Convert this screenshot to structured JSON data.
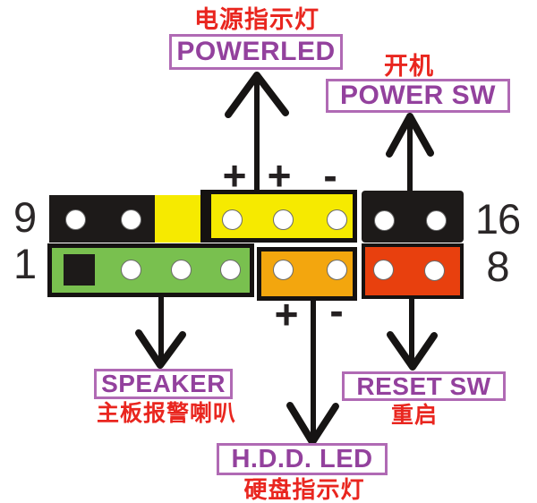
{
  "diagram": {
    "subject": "motherboard-front-panel-header-pinout"
  },
  "connectors": {
    "power_led": {
      "label_en": "POWERLED",
      "label_cn": "电源指示灯",
      "pins": 3
    },
    "power_sw": {
      "label_en": "POWER SW",
      "label_cn": "开机",
      "pins": 2
    },
    "speaker": {
      "label_en": "SPEAKER",
      "label_cn": "主板报警喇叭",
      "pins": 4
    },
    "hdd_led": {
      "label_en": "H.D.D. LED",
      "label_cn": "硬盘指示灯",
      "pins": 2
    },
    "reset_sw": {
      "label_en": "RESET SW",
      "label_cn": "重启",
      "pins": 2
    }
  },
  "pin_numbers": {
    "top_left": "9",
    "top_right": "16",
    "bottom_left": "1",
    "bottom_right": "8"
  },
  "polarity": {
    "top": {
      "plus1": "+",
      "plus2": "+",
      "minus": "-"
    },
    "bottom": {
      "plus": "+",
      "minus": "-"
    }
  },
  "colors": {
    "header_black": "#1d1a19",
    "powerled_yellow": "#f6ea00",
    "speaker_green": "#79c04f",
    "hdd_orange": "#f3a60e",
    "reset_red": "#e8400e",
    "label_text_purple": "#93419d",
    "label_border_purple": "#b06ab4",
    "annotation_red": "#e9261f",
    "pin_white": "#ffffff"
  }
}
